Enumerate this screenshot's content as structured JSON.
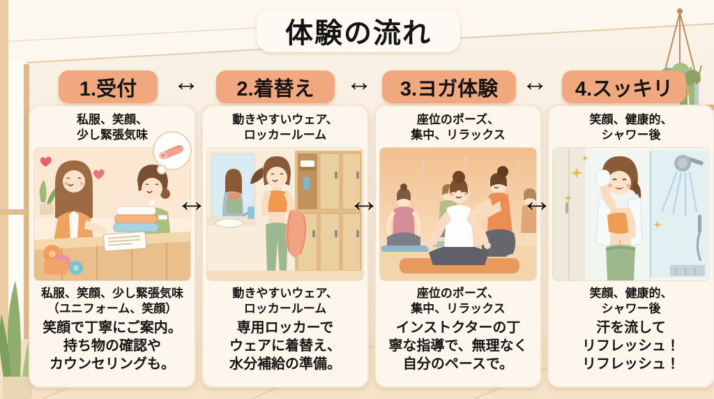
{
  "page": {
    "title": "体験の流れ"
  },
  "arrows": {
    "symbol": "↔"
  },
  "steps": [
    {
      "badge": "1.受付",
      "subtitle": [
        "私服、笑顔、",
        "少し緊張気味"
      ],
      "caption": [
        "私服、笑顔、少し緊張気味",
        "（ユニフォーム、笑顔）"
      ],
      "description": [
        "笑顔で丁寧にご案内。",
        "持ち物の確認や",
        "カウンセリングも。"
      ]
    },
    {
      "badge": "2.着替え",
      "subtitle": [
        "動きやすいウェア、",
        "ロッカールーム"
      ],
      "caption": [
        "動きやすいウェア、",
        "ロッカールーム"
      ],
      "description": [
        "専用ロッカーで",
        "ウェアに着替え、",
        "水分補給の準備。"
      ]
    },
    {
      "badge": "3.ヨガ体験",
      "subtitle": [
        "座位のポーズ、",
        "集中、リラックス"
      ],
      "caption": [
        "座位のポーズ、",
        "集中、リラックス"
      ],
      "description": [
        "インストクターの丁",
        "寧な指導で、無理なく",
        "自分のペースで。"
      ]
    },
    {
      "badge": "4.スッキリ",
      "subtitle": [
        "笑顔、健康的、",
        "シャワー後"
      ],
      "caption": [
        "笑顔、健康的、",
        "シャワー後"
      ],
      "description": [
        "汗を流して",
        "リフレッシュ！",
        "リフレッシュ！"
      ]
    }
  ],
  "colors": {
    "badge_bg": "#f2a87e",
    "panel_bg": "#fdf6ec",
    "title_bg": "#fdf9f3",
    "page_bg": "#f8ecdc",
    "text": "#141414",
    "arrow": "#111111"
  }
}
